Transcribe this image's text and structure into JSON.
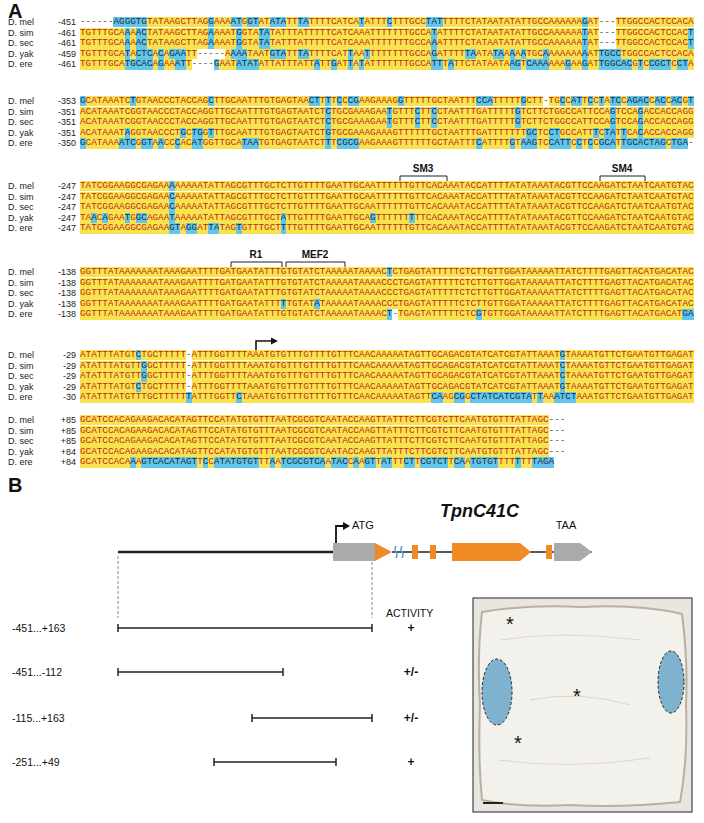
{
  "diagram": {
    "labels": [
      "A",
      "D. mel",
      "-451",
      "------AGGGTGTATAAGCTTAGGAAAATGGTATATATTTATTTTCATCATATTTCTTTGCCTATTTTTCTATAATATATTGCCAAAAAAGAT---TTGGCCACTCCACA",
      "D. sim",
      "-461",
      "TGTTTGCAAAACTATAAGCTTAGAAAATGGTATATATTTATTTTTCATCAAATTTTTTTGCCATATTTTCTATAATATATTGCCAAAAAATAT---TTGGCCACTCCACT",
      "D. sec",
      "-461",
      "TGTTTGCAAAACTATAAGCTTAGAAAATGGTATATATTTATTTTTCATCAAATTTTTTTGCCAAATTTTCTATAATATATTGCCAAAAAATAT---TTGGCCACTCCACT",
      "D. yak",
      "-459",
      "TGTTTGCATACTCACAGAATT-----AAAATAATGTATTTATTTTCATTAATTTTTTTTGCCAGATTTTTAATATAAAAATGCAAAAAAAAATTGCCTGGCCACTCCACA",
      "D. ere",
      "-461",
      "TGTTTGCATGCACAGAAATT----GAATATATATTATTTATTATTGATTATATTTTTTTGCCATTTATTCTATAATAAGTCAAAAAAGAAGATTGGCACGTCCGCTCCTA",
      "D. mel",
      "-353",
      "GCATAAATCTGTAACCCTACCAGCTTGCAATTTGTGAGTAACTTTTCCCGAAGAAAGGTTTTTGCTAATTTCCATTTTTGCTT-TGCCATTCCTATCCAGACCACCACGT",
      "D. sim",
      "-351",
      "ACATAAATCGGTAACCCTACCAGGTTGCAATTTGTGAGTAATCTCTGCGAAAGAATGTTTCTTCCTAATTTGATTTTTGTCTTCTGGCCATTCCAGTCCAGACCACCAGG",
      "D. sec",
      "-351",
      "ACATAAATCGGTAACCCTACCAGGTTGCAATTTGTGAGTAATCTCTGCGAAAGAATGTTTCTTCCTAATTTGATTTTTGTCTTCTGGCCATTCCAGTCCAGACCACCAGG",
      "D. yak",
      "-351",
      "ACATAAATAGGTAACCCTGCTGGTTTGCAATTTGTGAGTAATCTGTGCGAAAGAAAGTTTTTTGCTAATTTGATTTTTTTGCTCCTGCCATTTCTATTCACACCACCAGG",
      "D. ere",
      "-350",
      "GCATAAAATCGGTAACCCACATGGTTGCATAATGTGAGTAATCTTTCGCGAAGAAAGTTTTTTGCTAATTTCATTTTGTAAGTCCATTCCTCCGCATTGCACTAGCTGA-",
      "D. mel",
      "-247",
      "TATCGGAAGGCGAGAAAAAAAATATTAGCGTTTGCTCTTGTTTTGAATTGCAATTTTTTGTTCACAAATACCATTTTATATAAATACGTTCCAAGATCTAATCAATGTAC",
      "D. sim",
      "-247",
      "TATCGGAAGGCGAGAACAAAAATATTAGCGTTTGCTCTTGTTTTGAATTGCAATTTTTTGTTCACAAATACCATTTTATATAAATACGTTCCAAGATCTAATCAATGTAC",
      "D. sec",
      "-247",
      "TATCGGAAGGCGAGAACAAAAATATTAGCGTTTGCTCTTGTTTTGAATTGCAATTTTTTGTTCACAAATACCATTTTATATAAATACGTTCCAAGATCTAATCAATGTAC",
      "D. yak",
      "-247",
      "TAACAGAATGGCAGAATAAAAATATTAGCGTTTGCTATTGTTTTGAATTGCAGTTTTTTTTTCACAAATACCATTTTATATAAATACGTTCCAAGATCTAATCAATGTAC",
      "D. ere",
      "-247",
      "TATCGGAAGGCGAGAAGTAGGATTATAGTGTTTGCTTTTGTTTTGAATTGCAATTTTTTGTTCACAAATACCATTTTATATAAATACGTTCCAAGATCTAATCAATGTAC",
      "D. mel",
      "-138",
      "GGTTTATAAAAAAATAAAGAATTTTGATGAATATTTGTGTATCTAAAAATAAAACTCTGAGTATTTTTCTCTTGTTGGATAAAAATTATCTTTTGAGTTACATGACATAC",
      "D. sim",
      "-138",
      "GGTTTATAAAAAAATAAAGAATTTTGATGAATATTTGTGTATCTAAAAATAAAACCCTGAGTATTTTTCTCTTGTTGGATAAAAATTATCTTTTGAGTTACATGACATAC",
      "D. sec",
      "-138",
      "GGTTTATAAAAAAATAAAGAATTTTGATGAATATTTGTGTATCTAAAAATAAAACCCTGAGTATTTTTCTCTTGTTGGATAAAAATTATCTTTTGAGTTACATGACATAC",
      "D. yak",
      "-138",
      "GGTTTATAAAAAAATAAAGAATTTTGATGAATATTTTTGTATATAAAAATAAAACCCTGAGTATTTTTCTCTTGTTGGATAAAAATTATCTTTTGAGTTACATGACATAC",
      "D. ere",
      "-138",
      "GGTTTATAAAAAAATAAAGAATTTTGATGAATATTTGTGTATCTAAAAATAAAACT-TGAGTATTTTTCTCGTGTTGGATAAAAATTATCTTTTGAGTTACATGACATGA",
      "D. mel",
      "-29",
      "ATATTTATGTCTGCTTTTT-ATTTGGTTTTAAATGTGTTTGTTTTGTTTCAACAAAAATAGTTGCAGACGTATCATCGTATTAAATGTAAAATGTTCTGAATGTTGAGAT",
      "D. sim",
      "-29",
      "ATATTTATGTTGGCTTTTT-ATTTGGTTTTAAATGTGTTTGTTTTGTTTCAACAAAAATAGTTGCAGACGTATCATCGTATTAAATCTAAAATGTTCTGAATGTTGAGAT",
      "D. sec",
      "-29",
      "ATATTTATGTTGGCTTTTT-ATTTGGTTTTAAATGTGTTTGTTTTGTTTCAACAAAAATAGTTGCAGACGTATCATCGTATTAAATCTAAAATGTTCTGAATGTTGAGAT",
      "D. yak",
      "-29",
      "ATATTTATGTCTGCTTTTT-ATTTGGTTTTAAATGTGTTTGTTTTGTTTCAACAAAAATAGTTGCAGACGTATCATCGTATTAAATGTAAAATGTTCTGAATGTTGAGAT",
      "D. ere",
      "-30",
      "ATATTTATGTTTGCTTTTTTATTTGGTTCTAAATGTGTTTGTTTTGTTTCAACAAAAATAGTTCAAGCGGCTATCATCGTATTAAATCTAAATGTTCTGAATGTTGAGAT",
      "D. mel",
      "+85",
      "GCATCCACAGAAGACACATAGTTCCATATGTGTTTAATCGCGTCAATACCAAGTTATTTCTTCGTCTTCAATGTGTTTATTAGC---",
      "D. sim",
      "+85",
      "GCATCCACAGAAGACACATAGTTCCATATGTGTTTAATCGCGTCAATACCAAGTTATTTCTTCGTCTTCAATGTGTTTATTAGC---",
      "D. sec",
      "+85",
      "GCATCCACAGAAGACACATAGTTCCATATGTGTTTAATCGCGTCAATACCAAGTTATTTCTTCGTCTTCAATGTGTTTATTAGC---",
      "D. yak",
      "+84",
      "GCATCCACAGAAGACACATAGTTCCATATGTGTTTAATCGCGTCAATACCAAGTTATTTCTTCGTCTTCAATGTGTTTATTAGC---",
      "D. ere",
      "+84",
      "GCATCCACAAAGTCACATAGTTCCATATGTGTTTAATCGCGTCAATACCAAGTTATTTCTTCGTCTTCAATGTGTTTTTTTTAGA",
      "SM3",
      "SM4",
      "R1",
      "MEF2",
      "B",
      "ATG",
      "TpnC41C",
      "TAA",
      "ACTIVITY",
      "-451...+163",
      "+",
      "-451...-112",
      "+/-",
      "-115...+163",
      "+/-",
      "-251...+49",
      "+",
      "*",
      "*",
      "*"
    ]
  }
}
